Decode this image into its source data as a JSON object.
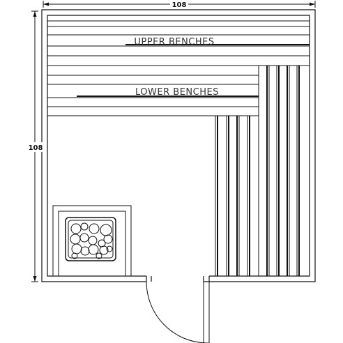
{
  "dimensions": {
    "width_label": "108",
    "height_label": "108"
  },
  "labels": {
    "upper_benches": "UPPER BENCHES",
    "lower_benches": "LOWER BENCHES"
  },
  "colors": {
    "line": "#111111",
    "background": "#ffffff"
  }
}
